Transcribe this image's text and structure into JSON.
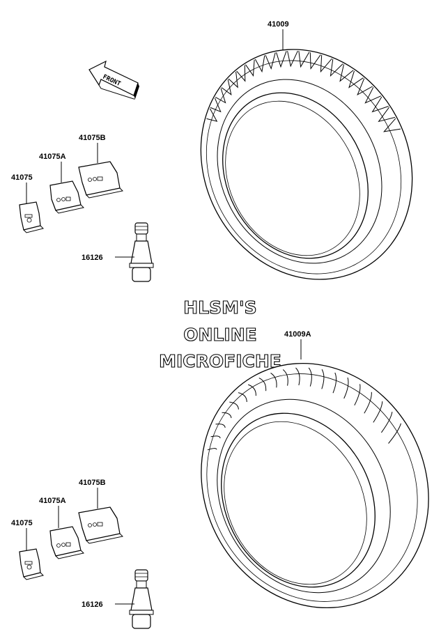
{
  "front_arrow": {
    "label": "FRONT",
    "icon": "front-arrow-icon"
  },
  "watermark": {
    "line1": "HLSM'S",
    "line2": "ONLINE",
    "line3": "MICROFICHE"
  },
  "groups": [
    {
      "name": "upper",
      "tire": {
        "part": "41009"
      },
      "weight_large": {
        "part": "41075B"
      },
      "weight_medium": {
        "part": "41075A"
      },
      "weight_small": {
        "part": "41075"
      },
      "valve": {
        "part": "16126"
      }
    },
    {
      "name": "lower",
      "tire": {
        "part": "41009A"
      },
      "weight_large": {
        "part": "41075B"
      },
      "weight_medium": {
        "part": "41075A"
      },
      "weight_small": {
        "part": "41075"
      },
      "valve": {
        "part": "16126"
      }
    }
  ]
}
